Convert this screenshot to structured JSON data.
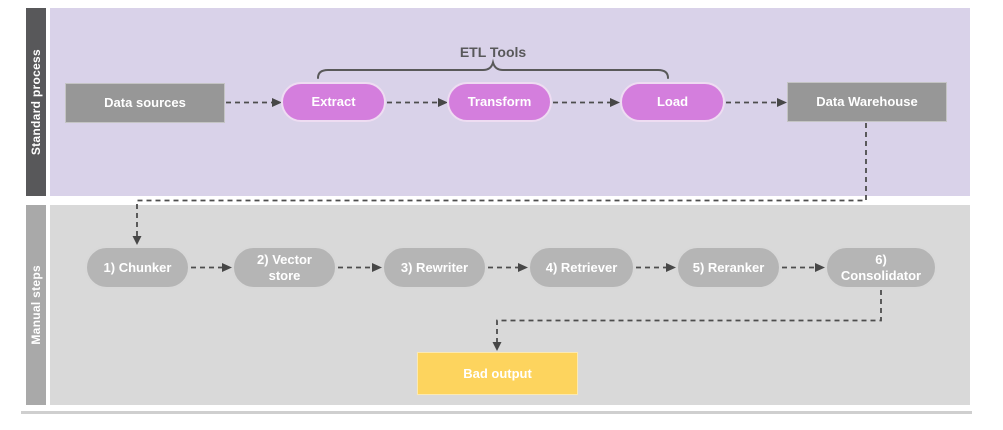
{
  "lanes": {
    "standard": {
      "label": "Standard process",
      "annotation": "ETL Tools",
      "nodes": {
        "data_sources": "Data sources",
        "extract": "Extract",
        "transform": "Transform",
        "load": "Load",
        "data_warehouse": "Data Warehouse"
      }
    },
    "manual": {
      "label": "Manual steps",
      "nodes": {
        "chunker": "1) Chunker",
        "vector_store": "2) Vector store",
        "rewriter": "3) Rewriter",
        "retriever": "4) Retriever",
        "reranker": "5) Reranker",
        "consolidator": "6) Consolidator",
        "bad_output": "Bad output"
      }
    }
  },
  "colors": {
    "standard_lane_bg": "#d9d2e9",
    "standard_lane_strip": "#58585a",
    "manual_lane_bg": "#d9d9d9",
    "manual_lane_strip": "#a9a9a9",
    "gray_box": "#979797",
    "pink_pill": "#d47edd",
    "gray_pill": "#b5b5b5",
    "yellow_box": "#fdd45e",
    "connector": "#4d4d4d"
  }
}
